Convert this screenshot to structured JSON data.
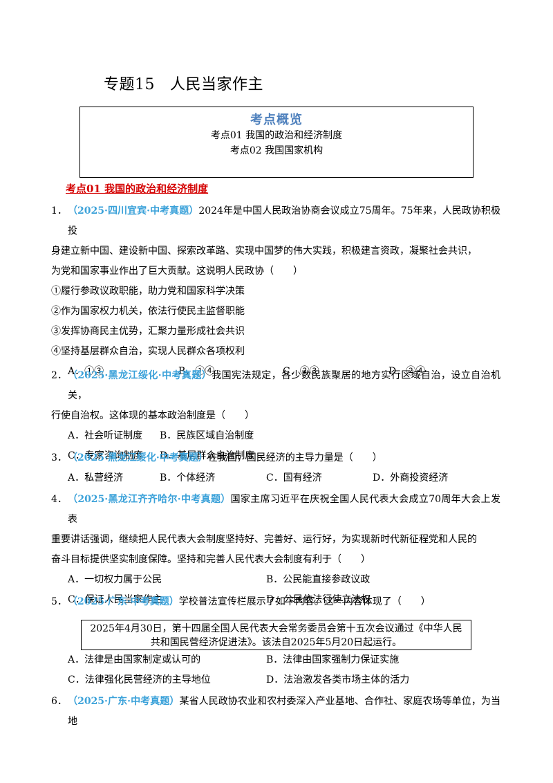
{
  "title": {
    "prefix": "专题15",
    "name": "人民当家作主"
  },
  "overview": {
    "heading": "考点概览",
    "items": [
      "考点01  我国的政治和经济制度",
      "考点02  我国国家机构"
    ]
  },
  "section1": "考点01  我国的政治和经济制度",
  "q1": {
    "num": "1．",
    "src": "（2025·四川宜宾·中考真题）",
    "line1": "2024年是中国人民政治协商会议成立75周年。75年来，人民政协积极投",
    "line2": "身建立新中国、建设新中国、探索改革路、实现中国梦的伟大实践，积极建言资政，凝聚社会共识，",
    "line3": "为党和国家事业作出了巨大贡献。这说明人民政协（　　）",
    "stmts": [
      "①履行参政议政职能，助力党和国家科学决策",
      "②作为国家权力机关，依法行使民主监督职能",
      "③发挥协商民主优势，汇聚力量形成社会共识",
      "④坚持基层群众自治，实现人民群众各项权利"
    ],
    "opts": [
      "A．①③",
      "B．①④",
      "C．②③",
      "D．②④"
    ]
  },
  "q2": {
    "num": "2．",
    "src": "（2025·黑龙江绥化·中考真题）",
    "line1": "我国宪法规定，各少数民族聚居的地方实行区域自治，设立自治机关，",
    "line2": "行使自治权。这体现的基本政治制度是（　　）",
    "opts": [
      "A．社会听证制度",
      "B．民族区域自治制度",
      "C．专家咨询制度",
      "D．基层群众自治制度"
    ]
  },
  "q3": {
    "num": "3．",
    "src": "（2025·黑龙江绥化·中考真题）",
    "line1": "在我国，国民经济的主导力量是（　　）",
    "opts": [
      "A．私营经济",
      "B．个体经济",
      "C．国有经济",
      "D．外商投资经济"
    ]
  },
  "q4": {
    "num": "4．",
    "src": "（2025·黑龙江齐齐哈尔·中考真题）",
    "line1": "国家主席习近平在庆祝全国人民代表大会成立70周年大会上发表",
    "line2": "重要讲话强调，继续把人民代表大会制度坚持好、完善好、运行好，为实现新时代新征程党和人民的",
    "line3": "奋斗目标提供坚实制度保障。坚持和完善人民代表大会制度有利于（　　）",
    "opts": [
      "A．一切权力属于公民",
      "B．公民能直接参政议政",
      "C．保证人民当家作主",
      "D．公民依法行使立法权"
    ]
  },
  "q5": {
    "num": "5．",
    "src": "（2025·广东·中考真题）",
    "line1": "学校普法宣传栏展示了如下内容。这一内容体现了（　　）",
    "box1": "2025年4月30日，第十四届全国人民代表大会常务委员会第十五次会议通过《中华人民",
    "box2": "共和国民营经济促进法》。该法自2025年5月20日起运行。",
    "opts": [
      "A．法律是由国家制定或认可的",
      "B．法律由国家强制力保证实施",
      "C．法律强化民营经济的主导地位",
      "D．法治激发各类市场主体的活力"
    ]
  },
  "q6": {
    "num": "6．",
    "src": "（2025·广东·中考真题）",
    "line1": "某省人民政协农业和农村委深入产业基地、合作社、家庭农场等单位，为当地"
  }
}
